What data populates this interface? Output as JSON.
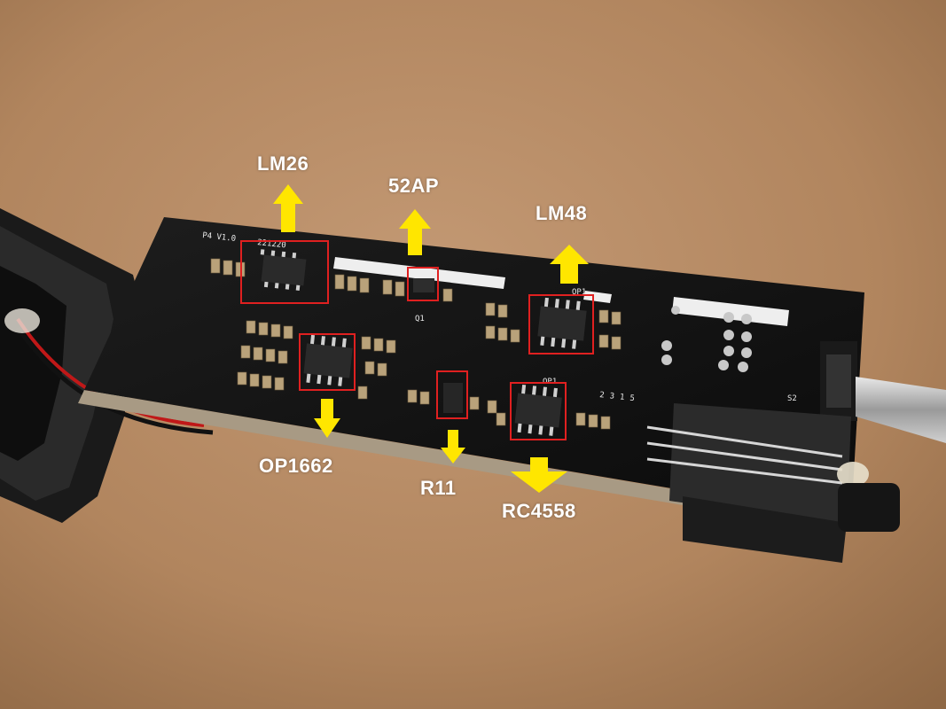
{
  "annotations": {
    "lm26": "LM26",
    "ap52": "52AP",
    "lm48": "LM48",
    "op1662": "OP1662",
    "r11": "R11",
    "rc4558": "RC4558"
  },
  "board_silkscreen": {
    "version": "P4 V1.0",
    "date": "221220",
    "code": "2315",
    "q1": "Q1",
    "op1": "OP1",
    "s2": "S2"
  },
  "colors": {
    "arrow": "#ffe600",
    "highlight_box": "#e02020",
    "pcb": "#141414",
    "cardboard": "#b68a63"
  }
}
